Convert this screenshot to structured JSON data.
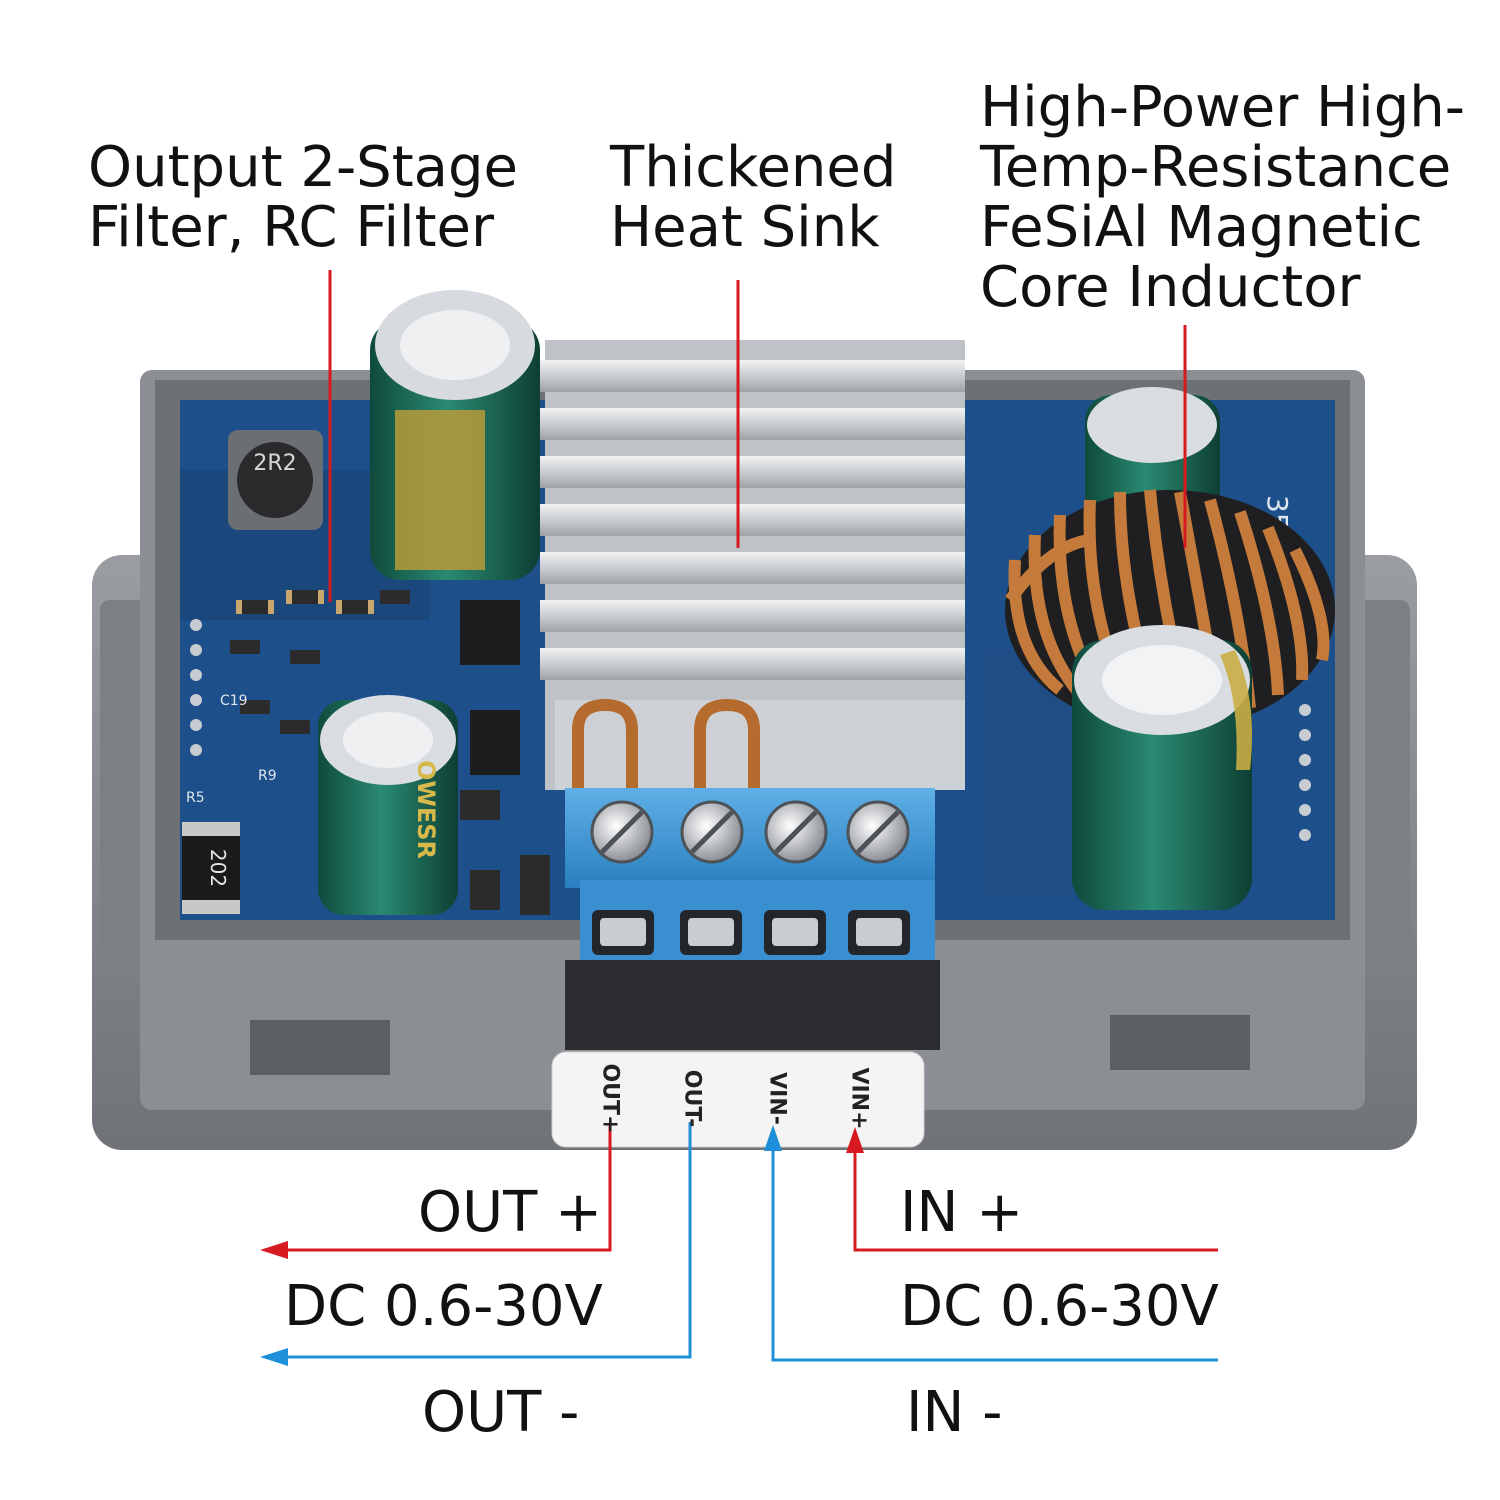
{
  "callouts": {
    "filter": [
      "Output 2-Stage",
      "Filter, RC Filter"
    ],
    "heatsink": [
      "Thickened",
      "Heat Sink"
    ],
    "inductor": [
      "High-Power High-",
      "Temp-Resistance",
      "FeSiAl Magnetic",
      "Core Inductor"
    ]
  },
  "terminal_labels": [
    "OUT+",
    "OUT-",
    "VIN-",
    "VIN+"
  ],
  "board_markings": {
    "inductor_small": "2R2",
    "resistor": "202",
    "cap_brand": "OWESR",
    "board_id": "35",
    "ref_r5": "R5",
    "ref_r9": "R9",
    "ref_c19": "C19"
  },
  "wiring": {
    "out_plus": "OUT +",
    "out_voltage": "DC 0.6-30V",
    "out_minus": "OUT -",
    "in_plus": "IN +",
    "in_voltage": "DC 0.6-30V",
    "in_minus": "IN -"
  },
  "colors": {
    "positive": "#d71920",
    "negative": "#1e8fd8",
    "pcb": "#1d4f8a",
    "enclosure": "#8a8d92",
    "terminal": "#3f9bd8",
    "heatsink": "#d8dadd",
    "capacitor": "#1e6b5a",
    "copper": "#c47a3a"
  }
}
